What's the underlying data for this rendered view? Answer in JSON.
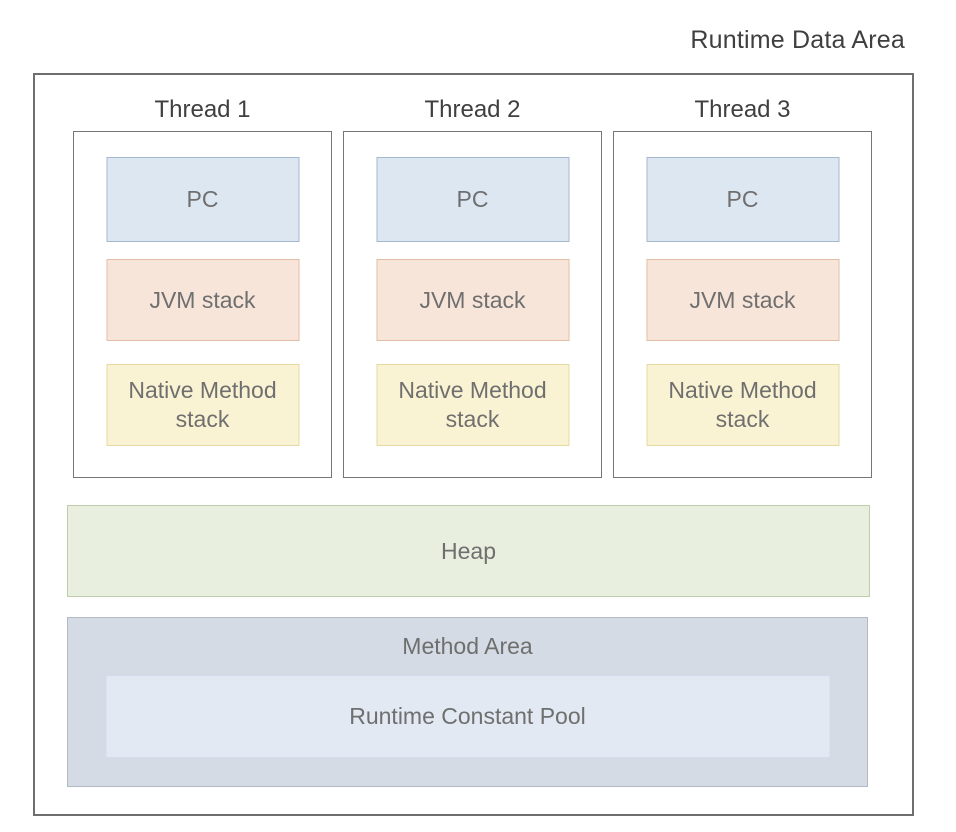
{
  "title": "Runtime Data Area",
  "threads": [
    {
      "label": "Thread 1",
      "pc": "PC",
      "jvm_stack": "JVM stack",
      "native_method_stack": "Native Method stack"
    },
    {
      "label": "Thread 2",
      "pc": "PC",
      "jvm_stack": "JVM stack",
      "native_method_stack": "Native Method stack"
    },
    {
      "label": "Thread 3",
      "pc": "PC",
      "jvm_stack": "JVM stack",
      "native_method_stack": "Native Method stack"
    }
  ],
  "heap": {
    "label": "Heap"
  },
  "method_area": {
    "label": "Method Area",
    "runtime_constant_pool": "Runtime Constant Pool"
  },
  "colors": {
    "pc_fill": "#dde7f2",
    "pc_border": "#a3b8cd",
    "jvm_fill": "#f8e5d9",
    "jvm_border": "#e3bea6",
    "native_fill": "#faf3d3",
    "native_border": "#e4d9a2",
    "heap_fill": "#e9efdf",
    "heap_border": "#bfccab",
    "method_fill": "#d5dbe4",
    "method_border": "#b3bac6",
    "rcp_fill": "#e2e9f3",
    "rcp_border": "#d0dcec",
    "outer_border": "#6e6e6e",
    "thread_border": "#767676",
    "label_text": "#6f6f6f",
    "heading_text": "#3f3f3f"
  }
}
